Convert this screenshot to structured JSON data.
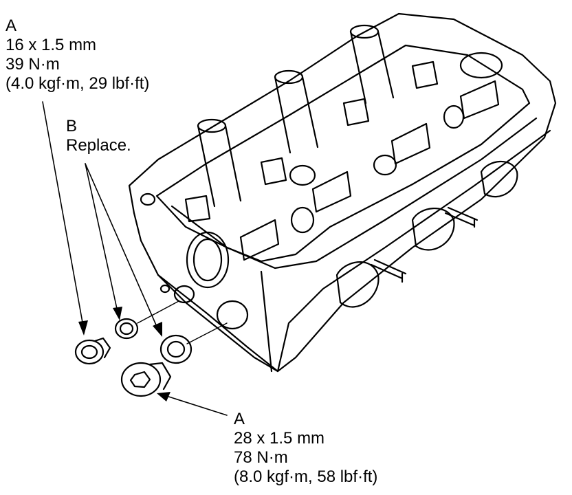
{
  "callouts": {
    "a_top": {
      "letter": "A",
      "size": "16 x 1.5 mm",
      "torque_nm": "39 N·m",
      "torque_alt": "(4.0 kgf·m, 29 lbf·ft)"
    },
    "b": {
      "letter": "B",
      "note": "Replace."
    },
    "a_bottom": {
      "letter": "A",
      "size": "28 x 1.5 mm",
      "torque_nm": "78 N·m",
      "torque_alt": "(8.0 kgf·m, 58 lbf·ft)"
    }
  },
  "colors": {
    "line": "#000000",
    "background": "#ffffff"
  }
}
